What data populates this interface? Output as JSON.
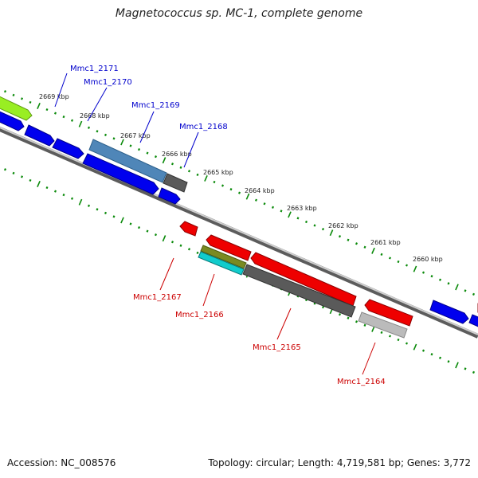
{
  "title": "Magnetococcus sp. MC-1, complete genome",
  "footer": {
    "accession": "Accession: NC_008576",
    "summary": "Topology: circular; Length: 4,719,581 bp; Genes: 3,772"
  },
  "kbp_ticks": [
    "2669 kbp",
    "2668 kbp",
    "2667 kbp",
    "2666 kbp",
    "2665 kbp",
    "2664 kbp",
    "2663 kbp",
    "2662 kbp",
    "2661 kbp",
    "2660 kbp"
  ],
  "gene_labels_top": [
    "Mmc1_2171",
    "Mmc1_2170",
    "Mmc1_2169",
    "Mmc1_2168"
  ],
  "gene_labels_bottom": [
    "Mmc1_2167",
    "Mmc1_2166",
    "Mmc1_2165",
    "Mmc1_2164"
  ],
  "colors": {
    "top_label": "#0000cc",
    "bottom_label": "#cc0000",
    "tick_green": "#0a8a0a",
    "forward_blue": "#0000ee",
    "reverse_red": "#ee0000",
    "backbone": "#777777",
    "lime": "#99ee22",
    "steel": "#4f86b8",
    "dark_gray": "#5a5a5a",
    "light_gray": "#bbbbbb",
    "olive": "#7a8a22",
    "cyan": "#11cccc"
  }
}
